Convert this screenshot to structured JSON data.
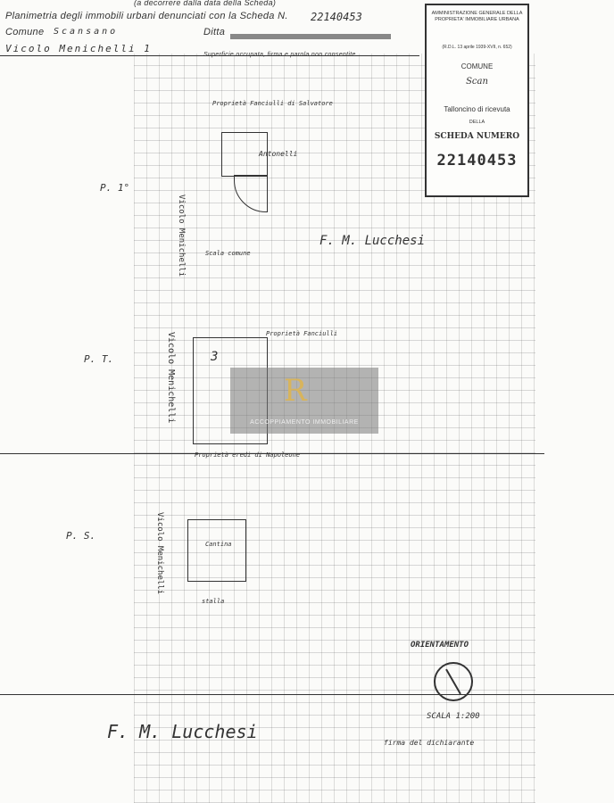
{
  "header": {
    "top_line": "(a decorrere dalla data della Scheda)",
    "title_label": "Planimetria degli immobili urbani denunciati con la Scheda N.",
    "scheda_handwritten": "22140453",
    "comune_label": "Comune",
    "comune_value": "Scansano",
    "ditta_label": "Ditta",
    "via_value": "Vicolo Menichelli 1",
    "subnote": "Superficie occupata, firma e parola non consentite"
  },
  "stamp": {
    "office": "AMMINISTRAZIONE GENERALE DELLA PROPRIETA' IMMOBILIARE URBANA",
    "law_ref": "(R.D.L. 13 aprile 1939-XVII, n. 652)",
    "comune_label": "COMUNE",
    "comune_value": "Scan",
    "receipt_label": "Talloncino di ricevuta",
    "della": "DELLA",
    "scheda_label": "SCHEDA NUMERO",
    "scheda_number": "22140453"
  },
  "plan_labels": {
    "floor_1": "P. 1°",
    "floor_t": "P. T.",
    "floor_s": "P. S.",
    "street_vertical": "Vicolo Menichelli",
    "top_owner": "Proprietà Fanciulli di Salvatore",
    "antonelli": "Antonelli",
    "scala_comune": "Scala comune",
    "owner_t": "Proprietà Fanciulli",
    "room_3": "3",
    "cantina": "Cantina",
    "proprieta_dip": "Proprietà eredi di Napoleone",
    "stalla": "stalla",
    "orientamento": "ORIENTAMENTO",
    "scala": "SCALA 1:200",
    "signature": "F. M. Lucchesi",
    "signature_note": "firma del dichiarante"
  },
  "watermark": {
    "logo": "R",
    "text": "ACCOPPIAMENTO IMMOBILIARE"
  }
}
